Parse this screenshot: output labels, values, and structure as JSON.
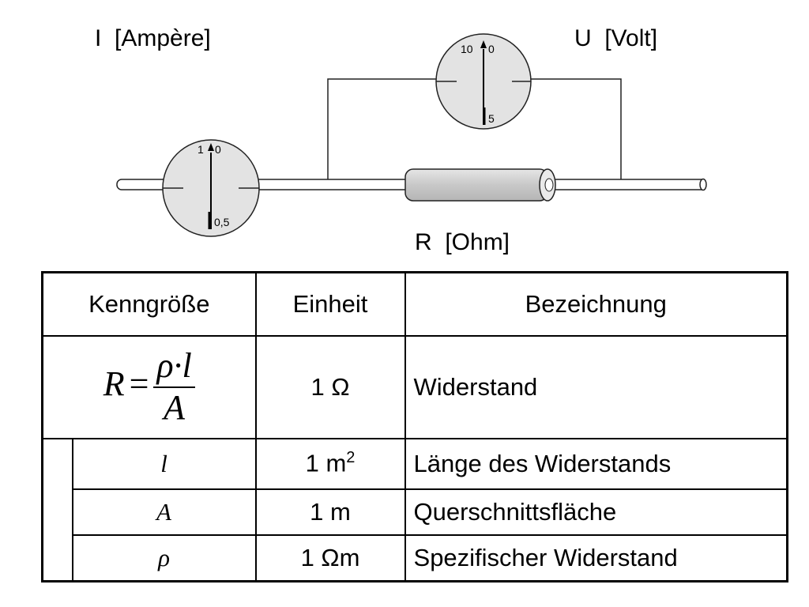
{
  "labels": {
    "current": "I  [Ampère]",
    "voltage": "U  [Volt]",
    "resistance": "R  [Ohm]"
  },
  "ammeter": {
    "top_left": "1",
    "top_right": "0",
    "bottom": "0,5"
  },
  "voltmeter": {
    "top_left": "10",
    "top_right": "0",
    "bottom": "5"
  },
  "table": {
    "headers": {
      "kenngroesse": "Kenngröße",
      "einheit": "Einheit",
      "bezeichnung": "Bezeichnung"
    },
    "formula": {
      "lhs": "R",
      "eq": "=",
      "num": "ρ·l",
      "den": "A"
    },
    "rows": [
      {
        "symbol": "",
        "unit": "1 Ω",
        "name": "Widerstand"
      },
      {
        "symbol": "l",
        "unit": "1 m",
        "unit_sup": "2",
        "name": "Länge des Widerstands"
      },
      {
        "symbol": "A",
        "unit": "1 m",
        "unit_sup": "",
        "name": "Querschnittsfläche"
      },
      {
        "symbol": "ρ",
        "unit": "1 Ωm",
        "unit_sup": "",
        "name": "Spezifischer Widerstand"
      }
    ]
  }
}
